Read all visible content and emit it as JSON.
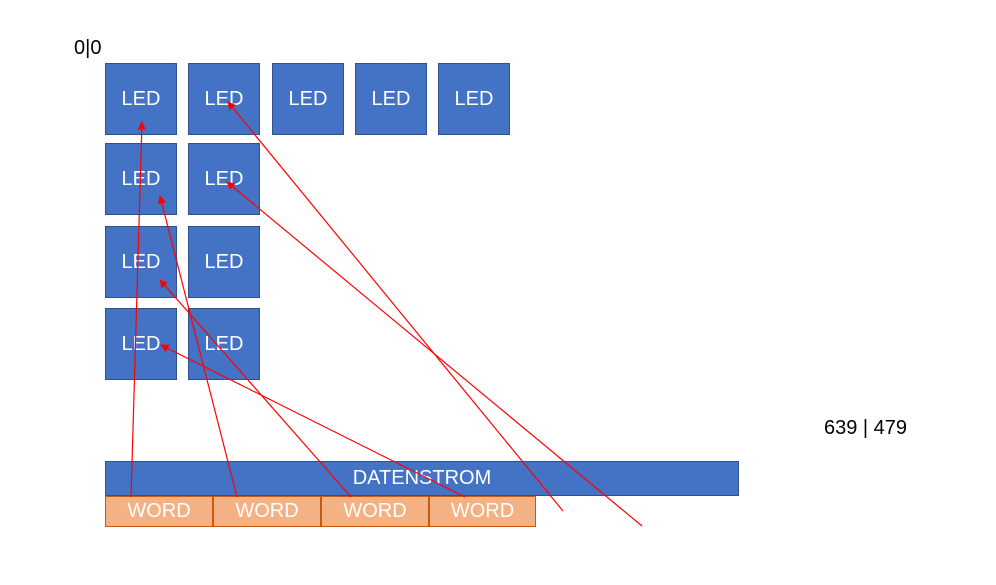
{
  "labels": {
    "origin": "0|0",
    "max": "639 | 479"
  },
  "leds": [
    {
      "label": "LED"
    },
    {
      "label": "LED"
    },
    {
      "label": "LED"
    },
    {
      "label": "LED"
    },
    {
      "label": "LED"
    },
    {
      "label": "LED"
    },
    {
      "label": "LED"
    },
    {
      "label": "LED"
    },
    {
      "label": "LED"
    },
    {
      "label": "LED"
    },
    {
      "label": "LED"
    }
  ],
  "stream": {
    "label": "DATENSTROM"
  },
  "words": [
    {
      "label": "WORD"
    },
    {
      "label": "WORD"
    },
    {
      "label": "WORD"
    },
    {
      "label": "WORD"
    }
  ],
  "colors": {
    "led_fill": "#4472c4",
    "word_fill": "#f4b183",
    "arrow": "#ff0000"
  }
}
